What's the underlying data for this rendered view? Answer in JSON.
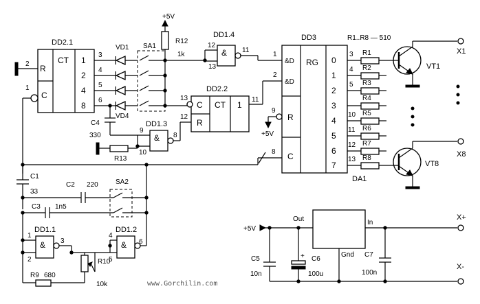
{
  "chips": {
    "dd2_1": {
      "name": "DD2.1",
      "func": "CT",
      "in_r": "R",
      "in_c": "C",
      "pin_r": "2",
      "pin_c": "1",
      "outs": [
        {
          "label": "1",
          "pin": "3"
        },
        {
          "label": "2",
          "pin": "4"
        },
        {
          "label": "4",
          "pin": "5"
        },
        {
          "label": "8",
          "pin": "6"
        }
      ]
    },
    "dd2_2": {
      "name": "DD2.2",
      "func": "CT",
      "in_c": "C",
      "in_r": "R",
      "out": "1",
      "pin_c": "13",
      "pin_r": "12",
      "pin_out": "11"
    },
    "dd1_4": {
      "name": "DD1.4",
      "func": "&",
      "pin_a": "12",
      "pin_b": "13",
      "pin_out": "11"
    },
    "dd1_3": {
      "name": "DD1.3",
      "func": "&",
      "pin_a": "9",
      "pin_b": "10",
      "pin_out": "8"
    },
    "dd1_1": {
      "name": "DD1.1",
      "func": "&",
      "pin_a": "1",
      "pin_b": "2",
      "pin_out": "3"
    },
    "dd1_2": {
      "name": "DD1.2",
      "func": "&",
      "pin_a": "4",
      "pin_b": "5",
      "pin_out": "6"
    },
    "dd3": {
      "name": "DD3",
      "func": "RG",
      "in1": "&D",
      "in2": "&D",
      "in_r": "R",
      "in_c": "C",
      "pin1": "1",
      "pin2": "2",
      "pin_r": "9",
      "pin_c": "8",
      "outs": [
        "0",
        "1",
        "2",
        "3",
        "4",
        "5",
        "6",
        "7"
      ],
      "out_pins": [
        "3",
        "4",
        "5",
        "10",
        "11",
        "12",
        "13"
      ]
    },
    "da1": {
      "name": "DA1",
      "in": "In",
      "out": "Out",
      "gnd": "Gnd"
    }
  },
  "components": {
    "vd1": "VD1",
    "vd4": "VD4",
    "sa1": "SA1",
    "sa2": "SA2",
    "r12": "R12",
    "r12_val": "1k",
    "r13": "R13",
    "c4": "C4",
    "c4_val": "330",
    "c1": "C1",
    "c1_val": "33",
    "c2": "C2",
    "c2_val": "220",
    "c3": "C3",
    "c3_val": "1n5",
    "r9": "R9",
    "r9_val": "680",
    "r10": "R10",
    "r10_val": "10k",
    "resistors": [
      "R1",
      "R2",
      "R3",
      "R4",
      "R5",
      "R6",
      "R7",
      "R8"
    ],
    "res_note": "R1..R8 — 510",
    "vt1": "VT1",
    "vt8": "VT8",
    "c5": "C5",
    "c5_val": "10n",
    "c6": "C6",
    "c6_val": "100u",
    "c7": "C7",
    "c7_val": "100n",
    "plus": "+"
  },
  "terminals": {
    "x1": "X1",
    "x8": "X8",
    "xp": "X+",
    "xm": "X-"
  },
  "supply": {
    "p5v_top": "+5V",
    "p5v_dd3": "+5V",
    "p5v_reg": "+5V"
  },
  "watermark": "www.Gorchilin.com"
}
